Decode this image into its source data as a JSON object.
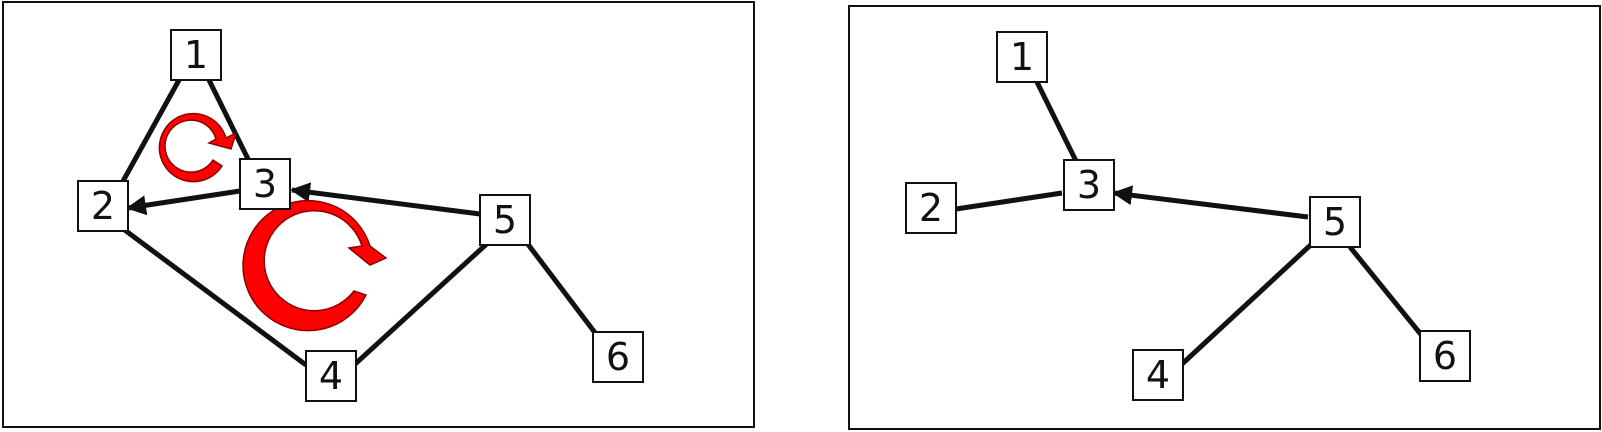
{
  "left_panel": {
    "nodes": [
      {
        "id": "1",
        "label": "1"
      },
      {
        "id": "2",
        "label": "2"
      },
      {
        "id": "3",
        "label": "3"
      },
      {
        "id": "4",
        "label": "4"
      },
      {
        "id": "5",
        "label": "5"
      },
      {
        "id": "6",
        "label": "6"
      }
    ],
    "edges": [
      {
        "from": "1",
        "to": "2",
        "directed": false
      },
      {
        "from": "1",
        "to": "3",
        "directed": false
      },
      {
        "from": "3",
        "to": "2",
        "directed": true
      },
      {
        "from": "2",
        "to": "4",
        "directed": false
      },
      {
        "from": "4",
        "to": "5",
        "directed": false
      },
      {
        "from": "5",
        "to": "3",
        "directed": true
      },
      {
        "from": "5",
        "to": "6",
        "directed": false
      }
    ],
    "cycle_markers": [
      {
        "name": "cycle-small",
        "color": "#ff0000",
        "direction": "clockwise"
      },
      {
        "name": "cycle-large",
        "color": "#ff0000",
        "direction": "clockwise"
      }
    ]
  },
  "right_panel": {
    "nodes": [
      {
        "id": "1",
        "label": "1"
      },
      {
        "id": "2",
        "label": "2"
      },
      {
        "id": "3",
        "label": "3"
      },
      {
        "id": "4",
        "label": "4"
      },
      {
        "id": "5",
        "label": "5"
      },
      {
        "id": "6",
        "label": "6"
      }
    ],
    "edges": [
      {
        "from": "1",
        "to": "3",
        "directed": false
      },
      {
        "from": "2",
        "to": "3",
        "directed": false
      },
      {
        "from": "5",
        "to": "3",
        "directed": true
      },
      {
        "from": "4",
        "to": "5",
        "directed": false
      },
      {
        "from": "5",
        "to": "6",
        "directed": false
      }
    ]
  }
}
